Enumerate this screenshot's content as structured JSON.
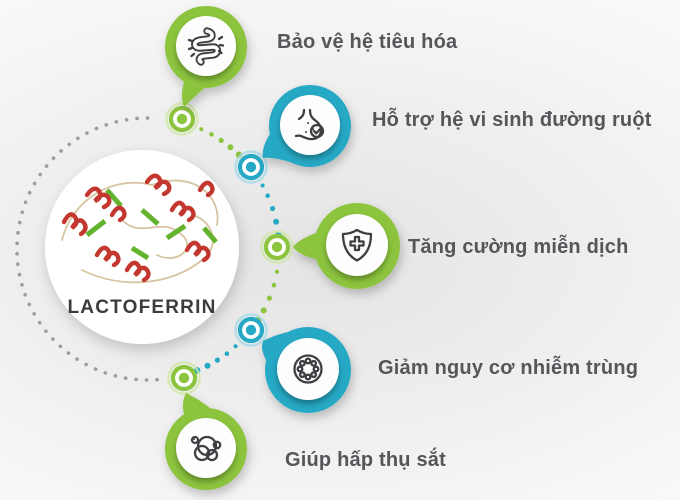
{
  "center": {
    "title": "LACTOFERRIN",
    "image": "protein-ribbon-structure"
  },
  "items": [
    {
      "label": "Bảo vệ hệ tiêu hóa",
      "icon": "intestine-icon",
      "color": "green"
    },
    {
      "label": "Hỗ trợ hệ vi sinh đường ruột",
      "icon": "stomach-check-icon",
      "color": "teal"
    },
    {
      "label": "Tăng cường miễn dịch",
      "icon": "shield-cross-icon",
      "color": "green"
    },
    {
      "label": "Giảm nguy cơ nhiễm trùng",
      "icon": "cell-icon",
      "color": "teal"
    },
    {
      "label": "Giúp hấp thụ sắt",
      "icon": "iron-molecules-icon",
      "color": "green"
    }
  ],
  "colors": {
    "green": "#8cc43e",
    "teal": "#26a9c5",
    "green_light": "#cfe6a6",
    "teal_light": "#a6d9e8",
    "gray_dot": "#9b9d9f",
    "text": "#55565a",
    "icon": "#3d3f42",
    "p_red": "#c4372e",
    "p_green": "#63b32e",
    "p_tan": "#d8c3a0"
  }
}
